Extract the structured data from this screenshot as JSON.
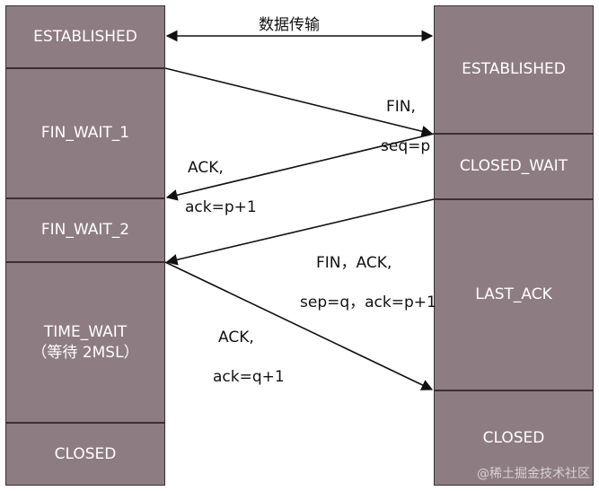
{
  "data_transfer_label": "数据传输",
  "client_states": [
    "ESTABLISHED",
    "FIN_WAIT_1",
    "FIN_WAIT_2",
    "TIME_WAIT\n（等待 2MSL）",
    "CLOSED"
  ],
  "server_states": [
    "ESTABLISHED",
    "CLOSED_WAIT",
    "LAST_ACK",
    "CLOSED"
  ],
  "messages": [
    {
      "line1": "FIN,",
      "line2": "seq=p"
    },
    {
      "line1": "ACK,",
      "line2": "ack=p+1"
    },
    {
      "line1": "FIN，ACK,",
      "line2": "sep=q，ack=p+1"
    },
    {
      "line1": "ACK,",
      "line2": "ack=q+1"
    }
  ],
  "watermark": "@稀土掘金技术社区",
  "colors": {
    "state_fill": "#8e7c83",
    "state_text": "#ffffff",
    "arrow": "#111111"
  }
}
